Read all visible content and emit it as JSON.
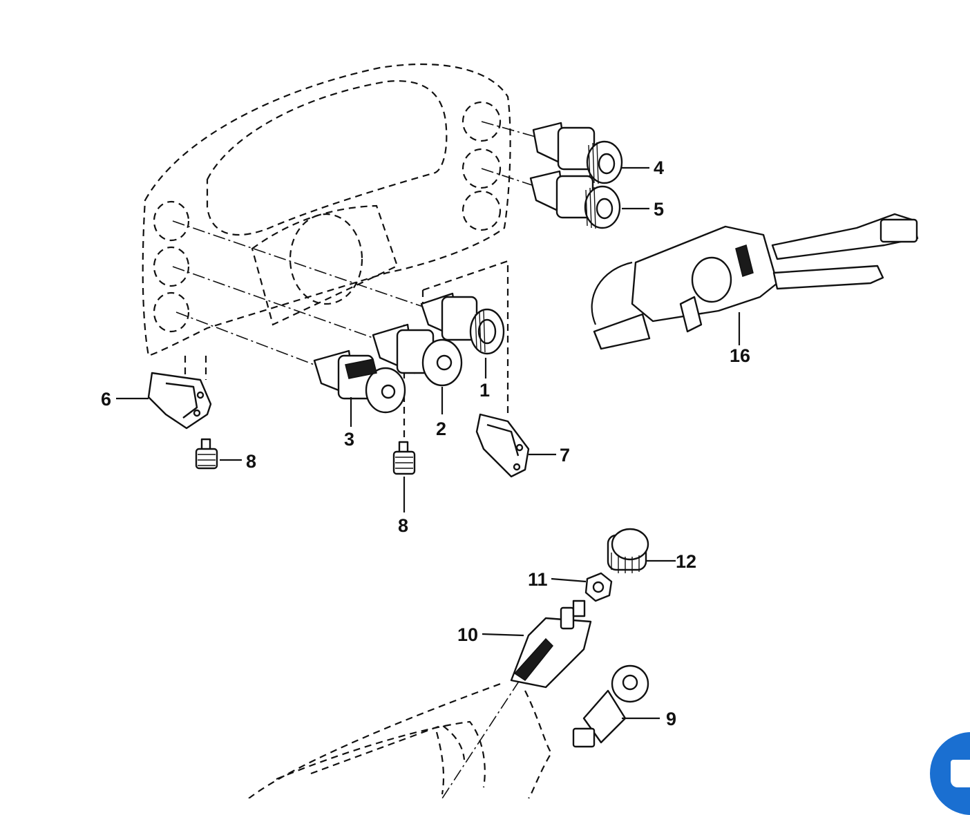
{
  "diagram": {
    "callouts": [
      {
        "id": "c1",
        "text": "1"
      },
      {
        "id": "c2",
        "text": "2"
      },
      {
        "id": "c3",
        "text": "3"
      },
      {
        "id": "c4",
        "text": "4"
      },
      {
        "id": "c5",
        "text": "5"
      },
      {
        "id": "c6",
        "text": "6"
      },
      {
        "id": "c7",
        "text": "7"
      },
      {
        "id": "c8a",
        "text": "8"
      },
      {
        "id": "c8b",
        "text": "8"
      },
      {
        "id": "c9",
        "text": "9"
      },
      {
        "id": "c10",
        "text": "10"
      },
      {
        "id": "c11",
        "text": "11"
      },
      {
        "id": "c12",
        "text": "12"
      },
      {
        "id": "c16",
        "text": "16"
      }
    ]
  },
  "colors": {
    "ink": "#111111",
    "background": "#ffffff",
    "fab": "#1a6fd1"
  },
  "icons": [
    "rear-wiper-icon",
    "rear-defrost-icon",
    "fog-light-icon",
    "headlight-icon",
    "wiper-icon"
  ]
}
